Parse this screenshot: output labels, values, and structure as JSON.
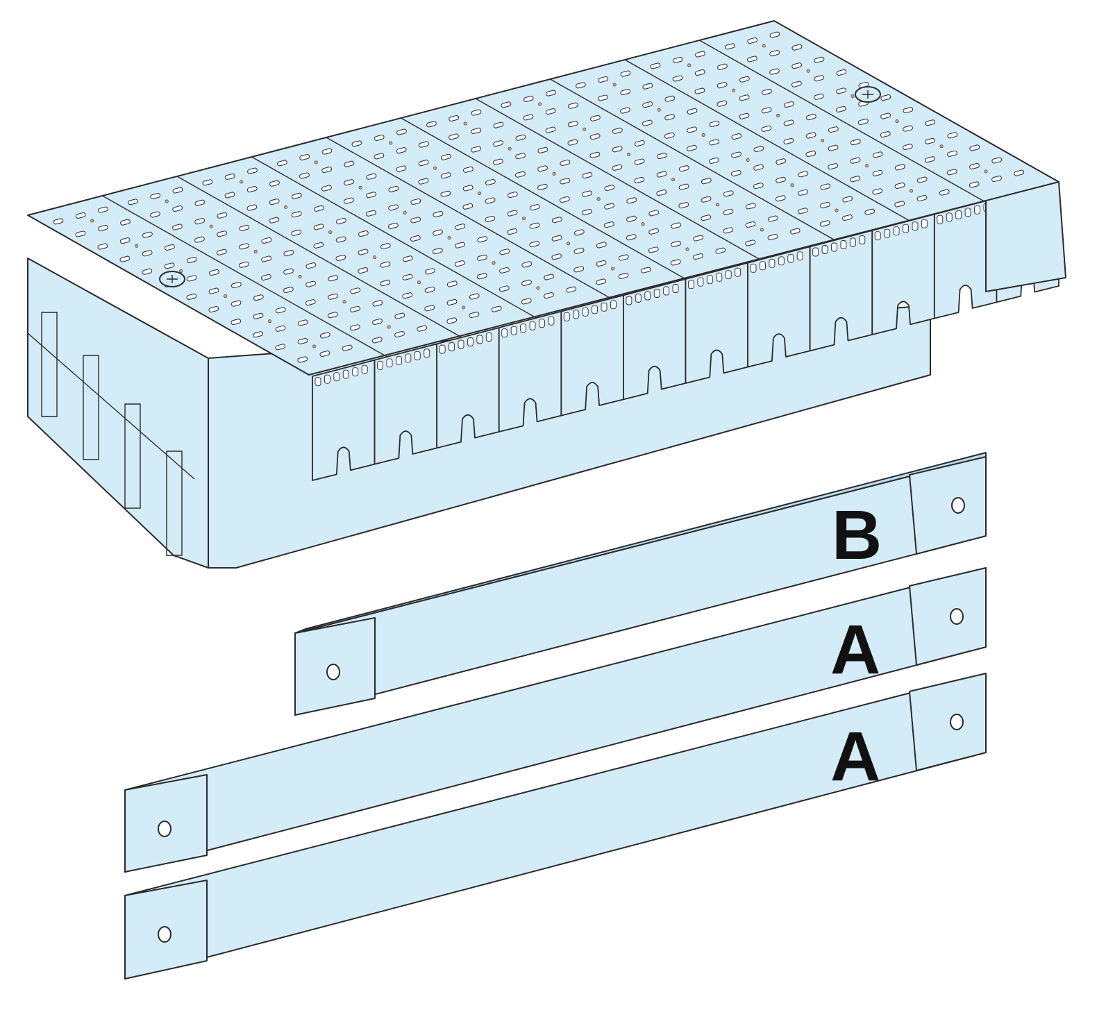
{
  "diagram": {
    "colors": {
      "part_fill": "#d4ebf8",
      "part_fill_dark": "#b9dcf1",
      "outline": "#2a2a2a",
      "slot_fill": "#f4fafe",
      "hole_fill": "#cfa77a",
      "label": "#111111"
    },
    "components": [
      {
        "id": "insulated-busbar-support",
        "description_icon": "perforated-housing"
      },
      {
        "id": "busbar-b",
        "label": "B"
      },
      {
        "id": "busbar-a-upper",
        "label": "A"
      },
      {
        "id": "busbar-a-lower",
        "label": "A"
      }
    ]
  }
}
